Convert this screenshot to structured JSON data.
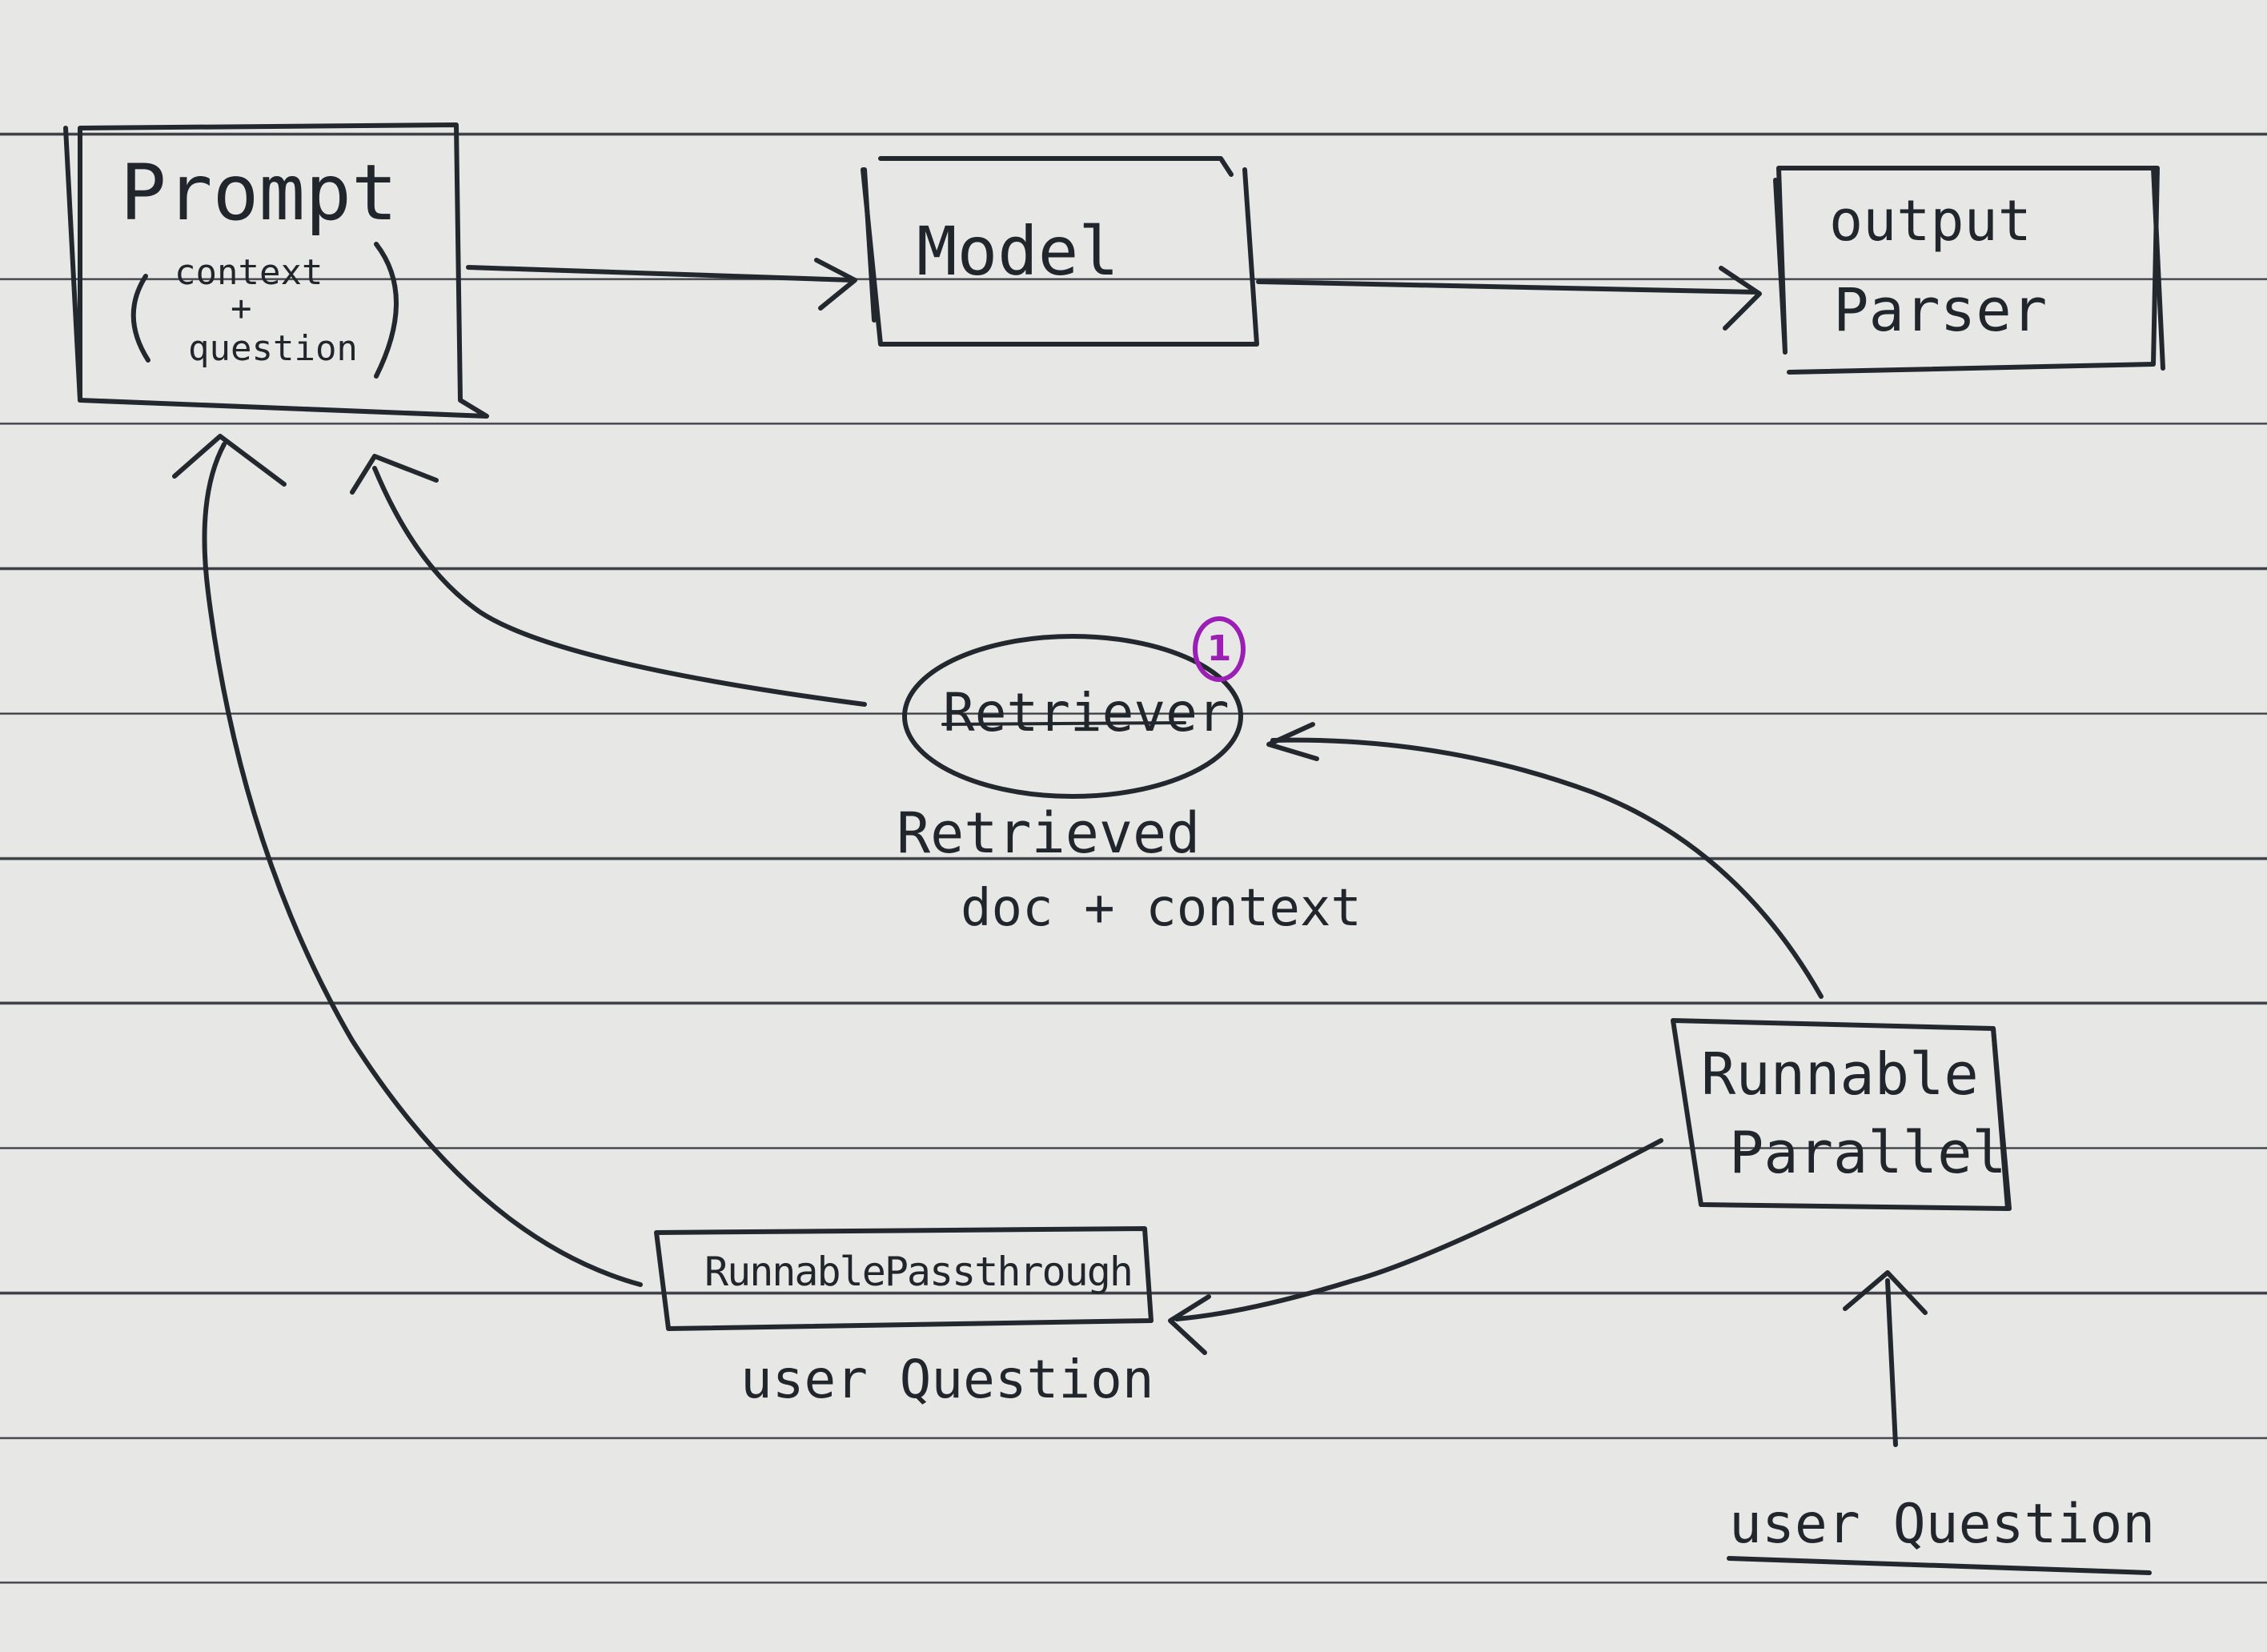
{
  "nodes": {
    "prompt": {
      "title": "Prompt",
      "detail_1": "context",
      "detail_plus": "+",
      "detail_2": "question"
    },
    "model": {
      "label": "Model"
    },
    "output_parser": {
      "line_1": "output",
      "line_2": "Parser"
    },
    "retriever": {
      "label": "Retriever",
      "badge": "1",
      "caption_1": "Retrieved",
      "caption_2": "doc + context"
    },
    "runnable_parallel": {
      "line_1": "Runnable",
      "line_2": "Parallel"
    },
    "runnable_passthrough": {
      "label": "RunnablePassthrough",
      "caption": "user Question"
    },
    "user_question_input": {
      "label": "user Question"
    }
  },
  "colors": {
    "ink": "#22282d",
    "badge": "#9b1fb5",
    "paper": "#e7e7e5",
    "rule": "#3b3f45"
  }
}
